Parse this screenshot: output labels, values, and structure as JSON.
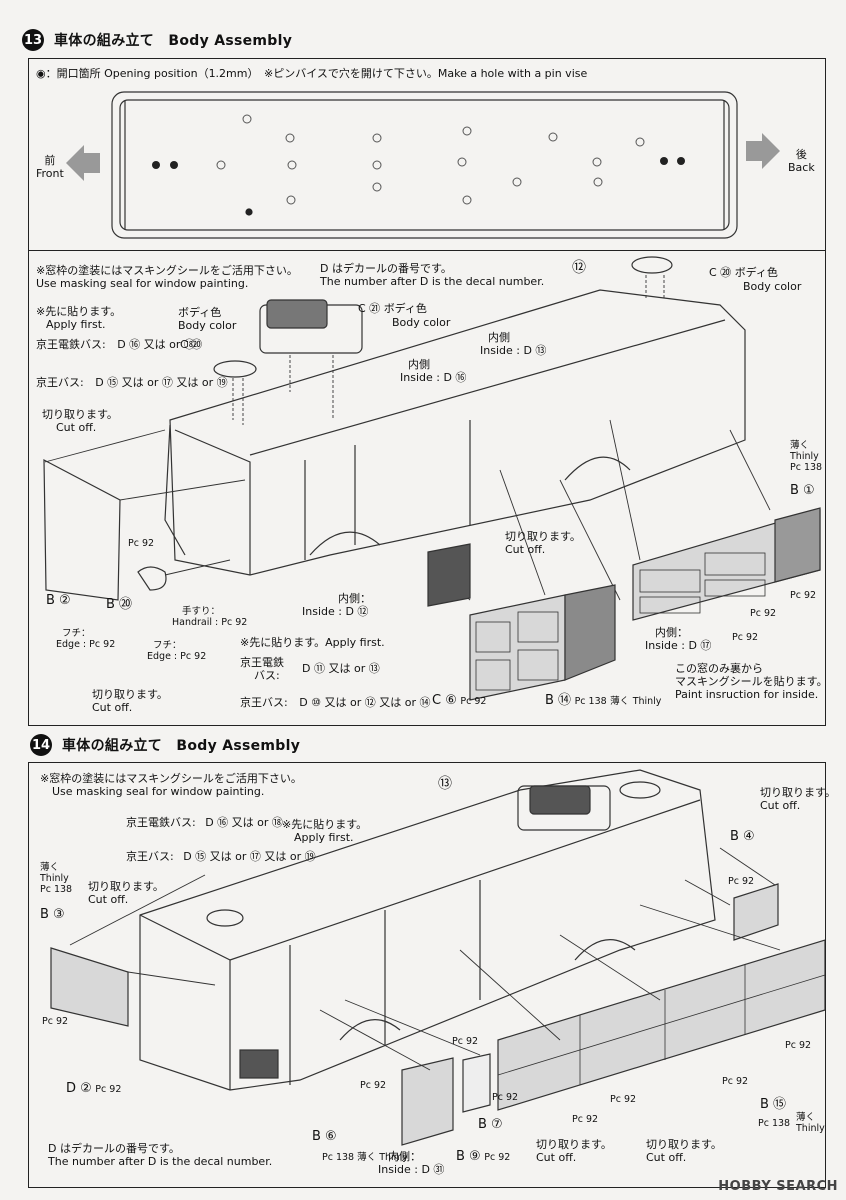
{
  "step13": {
    "number": "13",
    "title": "車体の組み立て　Body Assembly",
    "legend": "：開口箇所 Opening position（1.2mm）　※ピンバイスで穴を開けて下さい。Make a hole with a pin vise",
    "front_jp": "前",
    "front_en": "Front",
    "back_jp": "後",
    "back_en": "Back",
    "mask_jp": "※窓枠の塗装にはマスキングシールをご活用下さい。",
    "mask_en": "Use masking seal for window painting.",
    "first_jp": "※先に貼ります。",
    "first_en": "Apply first.",
    "keio_dentetsu": "京王電鉄バス:",
    "keio_bus": "京王バス:",
    "d96": "D ⑯ 又は or ⑱",
    "d95": "D ⑮ 又は or ⑰ 又は or ⑲",
    "decal_jp": "D はデカールの番号です。",
    "decal_en": "The number after D is the decal number.",
    "c21": "C ㉑",
    "c21_color_jp": "ボディ色",
    "c21_color_en": "Body color",
    "c20_top": "C ⑳",
    "c20_top_color_jp": "ボディ色",
    "c20_top_color_en": "Body color",
    "body_color_jp": "ボディ色",
    "body_color_en": "Body color",
    "c20_left": "C ⑳",
    "part12": "⑫",
    "inside_d63_jp": "内側",
    "inside_d63": "Inside : D ⑬",
    "inside_d66_jp": "内側",
    "inside_d66": "Inside : D ⑯",
    "cutoff_jp": "切り取ります。",
    "cutoff_en": "Cut off.",
    "thinly_jp": "薄く",
    "thinly_en": "Thinly",
    "pc138": "Pc 138",
    "b1": "B ①",
    "pc92": "Pc 92",
    "b2": "B ②",
    "b20": "B ⑳",
    "edge_jp": "フチ：",
    "edge_en": "Edge :",
    "handrail_jp": "手すり：",
    "handrail_en": "Handrail :",
    "inside_d62_jp": "内側：",
    "inside_d62": "Inside : D ⑫",
    "first2": "※先に貼ります。Apply first.",
    "keio_dentetsu2": "京王電鉄",
    "bus2": "バス:",
    "d101": "D ⑪ 又は or ⑬",
    "keio_bus2": "京王バス:",
    "d100": "D ⑩ 又は or ⑫ 又は or ⑭",
    "c6": "C ⑥",
    "b14": "B ⑭",
    "inside_d67_jp": "内側：",
    "inside_d67": "Inside : D ⑰",
    "paint_jp1": "この窓のみ裏から",
    "paint_jp2": "マスキングシールを貼ります。",
    "paint_en": "Paint insruction for inside."
  },
  "step14": {
    "number": "14",
    "title": "車体の組み立て　Body Assembly",
    "mask_jp": "※窓枠の塗装にはマスキングシールをご活用下さい。",
    "mask_en": "Use masking seal for window painting.",
    "keio_dentetsu": "京王電鉄バス:",
    "keio_bus": "京王バス:",
    "d106": "D ⑯ 又は or ⑱",
    "d105": "D ⑮ 又は or ⑰ 又は or ⑲",
    "first_jp": "※先に貼ります。",
    "first_en": "Apply first.",
    "part13": "⑬",
    "thinly_jp": "薄く",
    "thinly_en": "Thinly",
    "pc138": "Pc 138",
    "cutoff_jp": "切り取ります。",
    "cutoff_en": "Cut off.",
    "b3": "B ③",
    "b4": "B ④",
    "pc92": "Pc 92",
    "d2": "D ②",
    "b6": "B ⑥",
    "b7": "B ⑦",
    "b9": "B ⑨",
    "b15": "B ⑮",
    "inside_d51_jp": "内側：",
    "inside_d51": "Inside : D ㉛",
    "decal_jp": "D はデカールの番号です。",
    "decal_en": "The number after D is the decal number."
  },
  "watermark": "HOBBY SEARCH"
}
